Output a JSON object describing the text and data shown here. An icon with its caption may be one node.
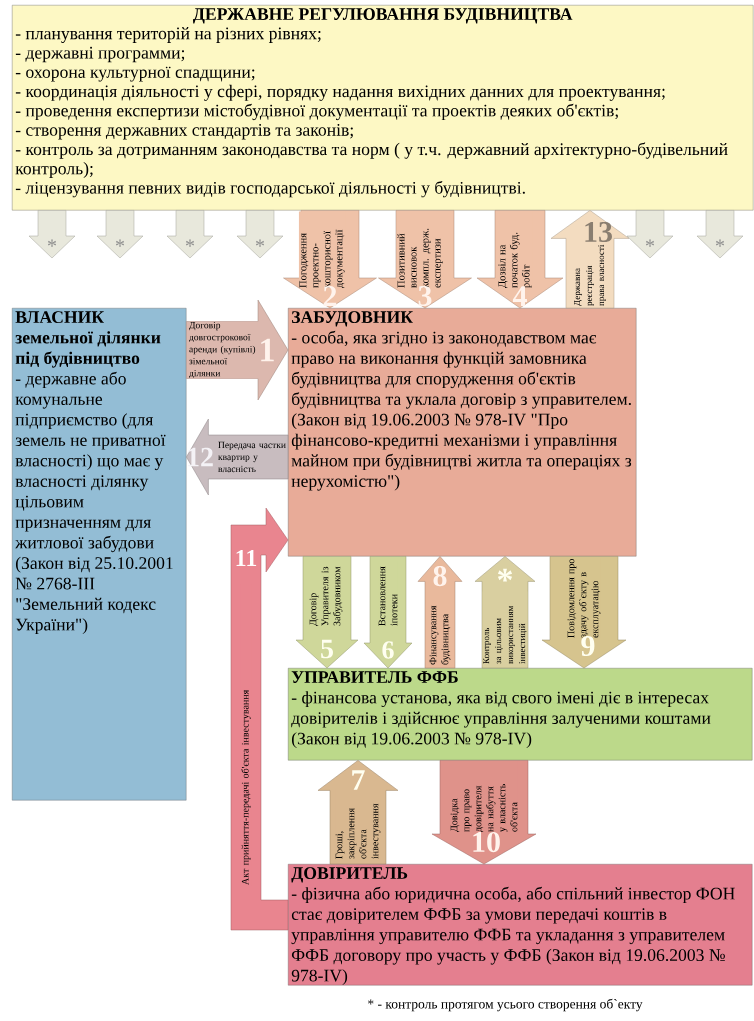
{
  "diagram": {
    "nodes": [
      {
        "text": [
          "ДЕРЖАВНЕ РЕГУЛЮВАННЯ БУДІВНИЦТВА",
          "- планування  територій на різних рівнях;",
          "- державні программи;",
          "- охорона культурної спадщини;",
          "- координація діяльності у сфері, порядку надання вихідних данних для проектування;",
          "- проведення експертизи містобудівної документації   та проектів деяких об'єктів;",
          "- створення державних стандартів та законів;",
          "- контроль за дотриманням законодавства та норм ( у т.ч. державний архітектурно-будівельний контроль);",
          "- ліцензування   певних   видів   господарської   діяльності  у будівництві."
        ]
      },
      {
        "text": [
          "ВЛАСНИК",
          "земельної ділянки під будівництво",
          "- державне або комунальне підприємство (для земель не приватної власності) що має у власності ділянку цільовим призначенням для житлової забудови (Закон від 25.10.2001 № 2768-III \"Земельний кодекс України\")"
        ]
      },
      {
        "text": [
          "ЗАБУДОВНИК",
          "- особа, яка згідно із законодавством має право на виконання функцій  замовника будівництва для спорудження об'єктів будівництва та уклала договір з управителем.",
          "(Закон від 19.06.2003 № 978-IV \"Про фінансово-кредитні механізми і управління майном при будівництві житла та операціях з нерухомістю\")"
        ]
      },
      {
        "text": [
          "УПРАВИТЕЛЬ ФФБ",
          "- фінансова  установа, яка від свого імені діє в інтересах довірителів і здійснює управління залученими  коштами (Закон від 19.06.2003 № 978-IV)"
        ]
      },
      {
        "text": [
          "ДОВІРИТЕЛЬ",
          "-  фізична або юридична особа,  або спільний інвестор ФОН  стає довірителем  ФФБ  за умови передачі коштів в управління управителю ФФБ  та  укладання  з управителем ФФБ договору про участь у ФФБ (Закон від 19.06.2003 № 978-IV)"
        ]
      }
    ],
    "edges": [
      {
        "from": 0,
        "to": null,
        "arrow": "to",
        "label": "*",
        "color": "#e8e8dc"
      },
      {
        "from": 0,
        "to": null,
        "arrow": "to",
        "label": "*",
        "color": "#e8e8dc"
      },
      {
        "from": 0,
        "to": null,
        "arrow": "to",
        "label": "*",
        "color": "#e8e8dc"
      },
      {
        "from": 0,
        "to": null,
        "arrow": "to",
        "label": "*",
        "color": "#e8e8dc"
      },
      {
        "from": 0,
        "to": null,
        "arrow": "to",
        "label": "*",
        "color": "#e8e8dc"
      },
      {
        "from": 0,
        "to": null,
        "arrow": "to",
        "label": "*",
        "color": "#e8e8dc"
      },
      {
        "from": 0,
        "to": 2,
        "arrow": "to",
        "label": "Погодження проектно-кошторисної документації",
        "color": "#efc2a8"
      },
      {
        "from": 0,
        "to": 2,
        "arrow": "to",
        "label": "Позитивний висновок компл. держ. експертизи",
        "color": "#efc2a8"
      },
      {
        "from": 0,
        "to": 2,
        "arrow": "to",
        "label": "Дозвіл на початок буд. робіт",
        "color": "#efc2a8"
      },
      {
        "from": 2,
        "to": 0,
        "arrow": "to",
        "label": "Державна реєстрація права власності",
        "color": "#f3dcc0"
      },
      {
        "from": 1,
        "to": 2,
        "arrow": "to",
        "label": "Договір довгострокової аренди (купівлі) зімельної ділянки",
        "color": "#dcb8ae"
      },
      {
        "from": 2,
        "to": 1,
        "arrow": "to",
        "label": "Передача частки квартир у власність",
        "color": "#c8bcbf"
      },
      {
        "from": 4,
        "to": 2,
        "arrow": "to",
        "label": "Акт прийняття-передачі об'єкта інвестування",
        "color": "#e9858f"
      },
      {
        "from": 2,
        "to": 3,
        "arrow": "to",
        "label": "Договір Управителя із Забудовником",
        "color": "#cfd79a"
      },
      {
        "from": 2,
        "to": 3,
        "arrow": "to",
        "label": "Встановлення іпотеки",
        "color": "#cfd79a"
      },
      {
        "from": 3,
        "to": 2,
        "arrow": "to",
        "label": "Фінансування будівництва",
        "color": "#e9b99c"
      },
      {
        "from": 3,
        "to": 2,
        "arrow": "to",
        "label": "Контроль за цільовим використанням інвестицій",
        "color": "#d9cfa0"
      },
      {
        "from": 2,
        "to": 3,
        "arrow": "to",
        "label": "Повідомлення про здачу об`єкту в експлуатацію",
        "color": "#d6c48e"
      },
      {
        "from": 4,
        "to": 3,
        "arrow": "to",
        "label": "Гроші, закріплення об'єкта інвестування",
        "color": "#d9b890"
      },
      {
        "from": 3,
        "to": 4,
        "arrow": "to",
        "label": "Довідка про право довірителя на набуття у власність об'єкта",
        "color": "#df928a"
      }
    ],
    "labels": [
      "13",
      "2",
      "3",
      "4",
      "1",
      "12",
      "11",
      "5",
      "6",
      "8",
      "*",
      "9",
      "7",
      "10",
      "* - контроль протягом усього створення об`екту"
    ]
  }
}
